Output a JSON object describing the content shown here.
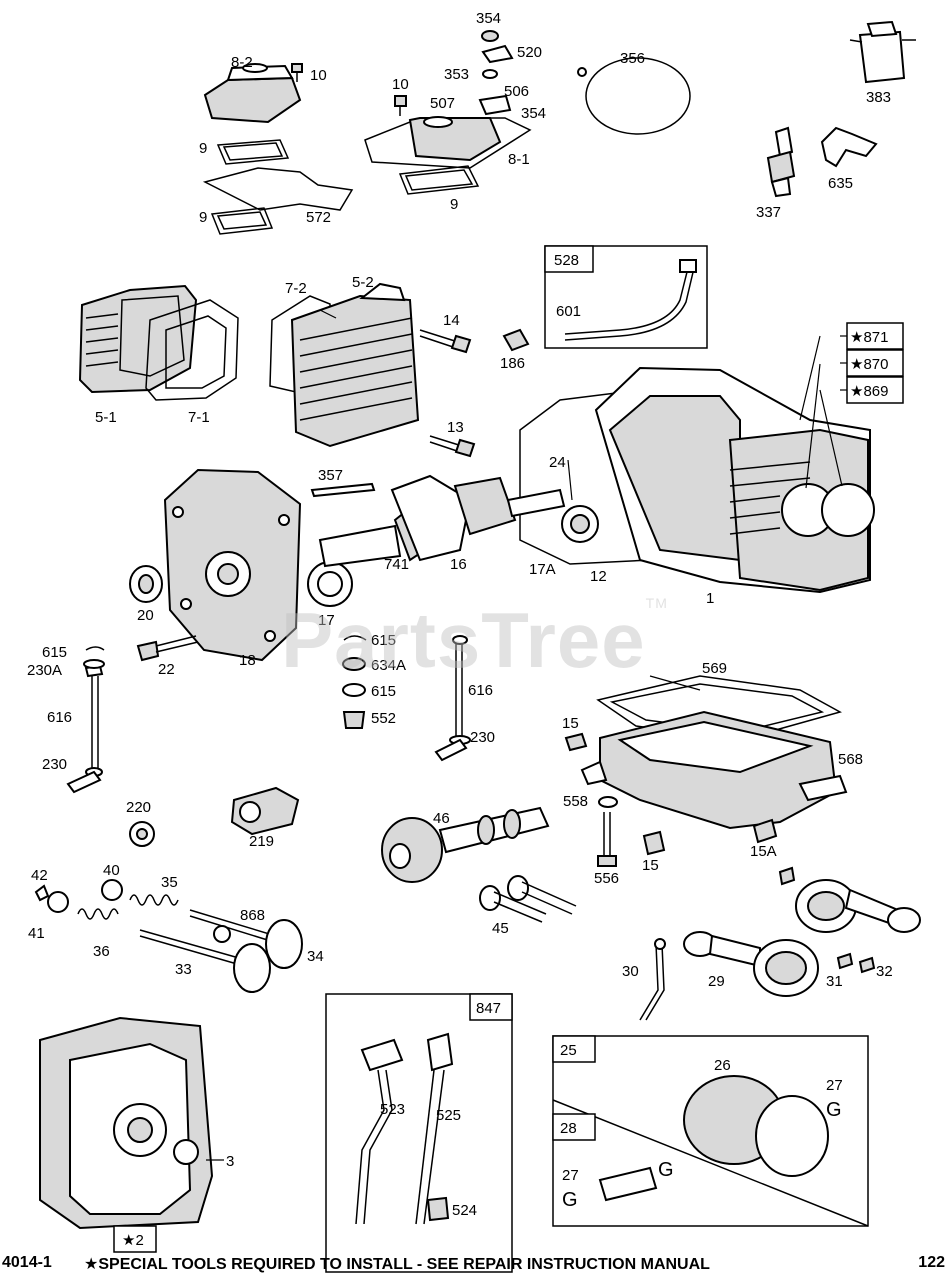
{
  "watermark": {
    "text": "PartsTree",
    "tm": "TM"
  },
  "footer": {
    "diagram_id": "4014-1",
    "note": "★SPECIAL TOOLS REQUIRED TO INSTALL - SEE REPAIR INSTRUCTION MANUAL",
    "page_number": "122"
  },
  "parts": {
    "p354a": "354",
    "p520": "520",
    "p353": "353",
    "p506": "506",
    "p507": "507",
    "p354b": "354",
    "p82": "8-2",
    "p10a": "10",
    "p10b": "10",
    "p81": "8-1",
    "p9a": "9",
    "p9b": "9",
    "p9c": "9",
    "p572": "572",
    "p356": "356",
    "p383": "383",
    "p337": "337",
    "p635": "635",
    "p528": "528",
    "p601": "601",
    "p871": "★871",
    "p870": "★870",
    "p869": "★869",
    "p51": "5-1",
    "p71": "7-1",
    "p72": "7-2",
    "p52": "5-2",
    "p14": "14",
    "p186": "186",
    "p13": "13",
    "p357": "357",
    "p24": "24",
    "p741": "741",
    "p16": "16",
    "p17a": "17A",
    "p12": "12",
    "p1": "1",
    "p20": "20",
    "p17": "17",
    "p18": "18",
    "p22": "22",
    "p615a": "615",
    "p230a": "230A",
    "p616a": "616",
    "p230b": "230",
    "p615b": "615",
    "p634a": "634A",
    "p615c": "615",
    "p552": "552",
    "p616b": "616",
    "p230c": "230",
    "p569": "569",
    "p15a": "15",
    "p568": "568",
    "p558": "558",
    "p556": "556",
    "p15b": "15",
    "p15c": "15A",
    "p220": "220",
    "p219": "219",
    "p46": "46",
    "p42": "42",
    "p40": "40",
    "p35": "35",
    "p41": "41",
    "p36": "36",
    "p868": "868",
    "p33": "33",
    "p34": "34",
    "p45": "45",
    "p30": "30",
    "p29": "29",
    "p31": "31",
    "p32": "32",
    "p847": "847",
    "p523": "523",
    "p525": "525",
    "p524": "524",
    "p25": "25",
    "p26": "26",
    "p27a": "27",
    "p27glyph_a": "G",
    "p28": "28",
    "p27b": "27",
    "p27glyph_b": "G",
    "p27glyph_c": "G",
    "p3": "3",
    "p2": "★2"
  }
}
